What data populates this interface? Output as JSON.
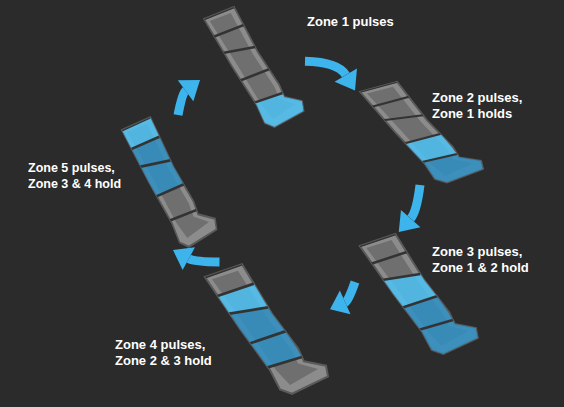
{
  "diagram": {
    "nodes": [
      {
        "text": [
          "Zone 1 pulses"
        ]
      },
      {
        "text": [
          "Zone 2 pulses, Zone 1 holds"
        ]
      },
      {
        "text": [
          "Zone 3 pulses, Zone 1 & 2 hold"
        ]
      },
      {
        "text": [
          "Zone 4 pulses, Zone 2 & 3 hold"
        ]
      },
      {
        "text": [
          "Zone 5 pulses, Zone 3 & 4 hold"
        ]
      }
    ],
    "edges": [
      {
        "from": 0,
        "to": 1,
        "arrow": "to"
      },
      {
        "from": 1,
        "to": 2,
        "arrow": "to"
      },
      {
        "from": 2,
        "to": 3,
        "arrow": "to"
      },
      {
        "from": 3,
        "to": 4,
        "arrow": "to"
      },
      {
        "from": 4,
        "to": 0,
        "arrow": "to"
      }
    ]
  }
}
